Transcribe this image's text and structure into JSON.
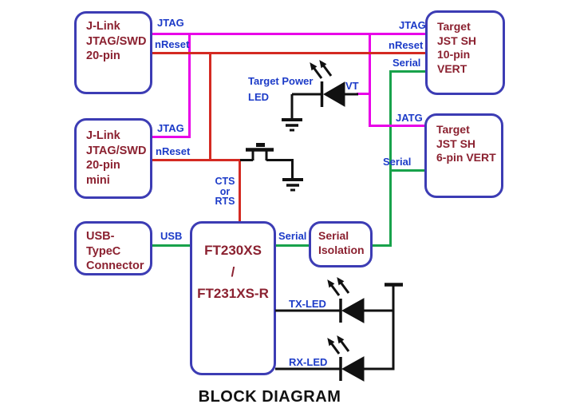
{
  "diagram": {
    "title": "BLOCK DIAGRAM",
    "boxes": {
      "jlink20": {
        "line1": "J-Link",
        "line2": "JTAG/SWD",
        "line3": "20-pin"
      },
      "jlinkmini": {
        "line1": "J-Link",
        "line2": "JTAG/SWD",
        "line3": "20-pin mini"
      },
      "usbc": {
        "line1": "USB-TypeC",
        "line2": "Connector"
      },
      "ft": {
        "line1": "FT230XS",
        "line2": "/",
        "line3": "FT231XS-R"
      },
      "isolation": {
        "line1": "Serial",
        "line2": "Isolation"
      },
      "target10": {
        "line1": "Target",
        "line2": "JST SH",
        "line3": "10-pin VERT"
      },
      "target6": {
        "line1": "Target",
        "line2": "JST SH",
        "line3": "6-pin VERT"
      }
    },
    "labels": {
      "jtag1": "JTAG",
      "nreset1": "nReset",
      "jtag2": "JTAG",
      "nreset2": "nReset",
      "cts1": "CTS",
      "cts2": "or",
      "cts3": "RTS",
      "usb": "USB",
      "serial_ft": "Serial",
      "target_power1": "Target Power",
      "target_power2": "LED",
      "vt": "VT",
      "jtag_r": "JTAG",
      "nreset_r": "nReset",
      "serial_r1": "Serial",
      "jatg": "JATG",
      "serial_r2": "Serial",
      "tx": "TX-LED",
      "rx": "RX-LED"
    },
    "colors": {
      "wire_jtag": "#e800e8",
      "wire_reset": "#d42a22",
      "wire_serial": "#18a24b",
      "wire_black": "#111111",
      "box_border": "#3c3cb4",
      "box_text": "#8b2130",
      "label_text": "#1c3bc8"
    }
  }
}
